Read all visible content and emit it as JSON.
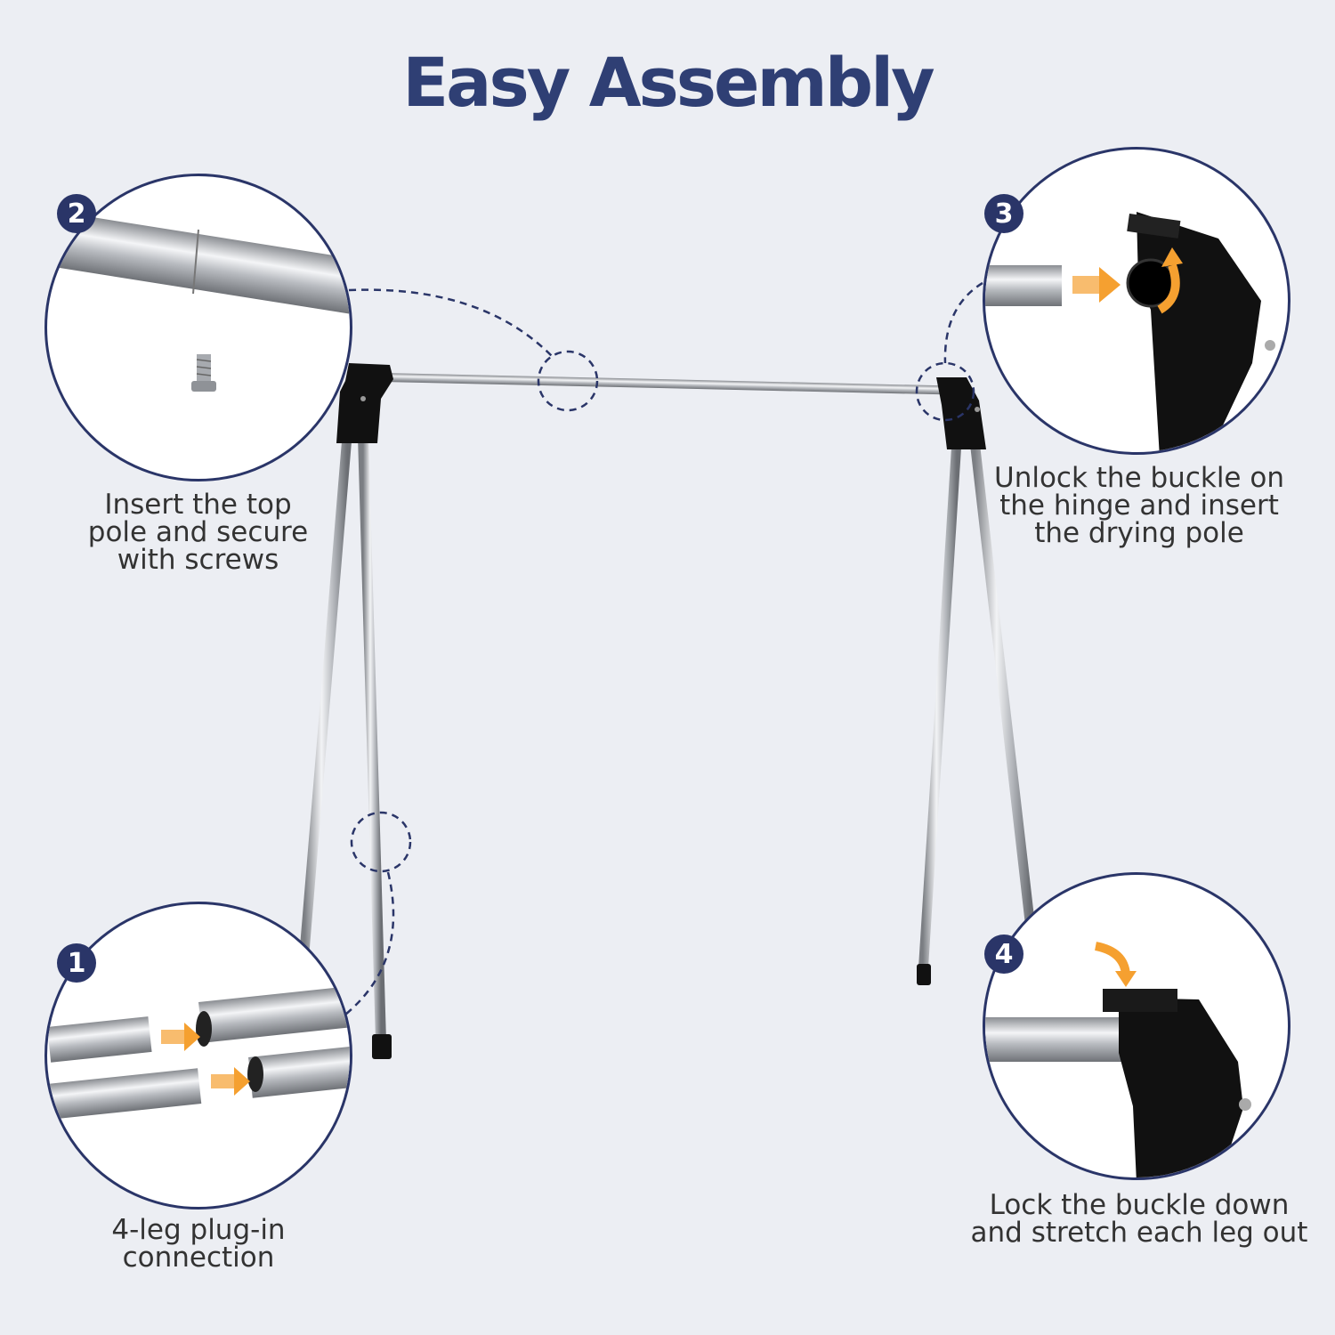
{
  "title": "Easy Assembly",
  "steps": [
    {
      "number": "1",
      "caption": "4-leg plug-in connection"
    },
    {
      "number": "2",
      "caption": "Insert the top pole and secure with screws"
    },
    {
      "number": "3",
      "caption": "Unlock the buckle on the hinge and insert the drying pole"
    },
    {
      "number": "4",
      "caption": "Lock the buckle down and stretch each leg out"
    }
  ],
  "colors": {
    "background": "#eceef3",
    "accent": "#2f3f74",
    "badge": "#2a3568",
    "arrow": "#f5a030",
    "hinge": "#111111"
  },
  "icons": [
    "screw-icon",
    "arrow-right-icon",
    "curved-arrow-icon",
    "hinge-icon"
  ]
}
